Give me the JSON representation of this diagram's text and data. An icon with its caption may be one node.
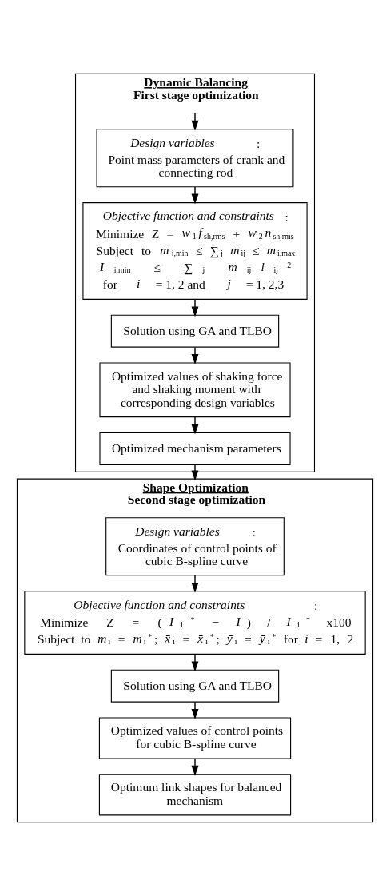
{
  "diagram": {
    "nodes": [
      {
        "text": [
          "Dynamic Balancing",
          "First stage optimization"
        ]
      },
      {
        "text": [
          "*Design variables*:",
          "Point mass parameters of crank and connecting rod"
        ],
        "in": 0
      },
      {
        "text": [
          "*Objective function and constraints*:",
          "Minimize Z = *w*$_{1}$*f*$_{sh,rms}$ + *w*$_{2}$*n*$_{sh,rms}$",
          "Subject to *m*$_{i,min}$ ≤ ∑$_{j}$ *m*$_{ij}$ ≤ *m*$_{i,max}$",
          "*I*$_{i,min}$ ≤ ∑$_{j}$ *m*$_{ij}$*l*$_{ij}$$^{2}$",
          "for *i* = 1, 2 and *j* = 1, 2,3"
        ],
        "in": 0
      },
      {
        "text": [
          "Solution using GA and TLBO"
        ],
        "in": 0
      },
      {
        "text": [
          "Optimized values of shaking force and shaking moment with corresponding design variables"
        ],
        "in": 0
      },
      {
        "text": [
          "Optimized mechanism parameters"
        ],
        "in": 0
      },
      {
        "text": [
          "Shape Optimization",
          "Second stage optimization"
        ]
      },
      {
        "text": [
          "*Design variables*:",
          "Coordinates of control points of cubic B-spline curve"
        ],
        "in": 6
      },
      {
        "text": [
          "*Objective function and constraints*:",
          "Minimize Z = (*I*$_{i}$$^{*}$ − *I*) / *I*$_{i}$$^{*}$ x100",
          "Subject to *m*$_{i}$ = *m*$_{i}$$^{*}$; *x̄*$_{i}$ = *x̄*$_{i}$$^{*}$; *ȳ*$_{i}$ = *ȳ*$_{i}$$^{*}$ for *i* = 1, 2"
        ],
        "in": 6
      },
      {
        "text": [
          "Solution using GA and TLBO"
        ],
        "in": 6
      },
      {
        "text": [
          "Optimized values of control points for cubic B-spline curve"
        ],
        "in": 6
      },
      {
        "text": [
          "Optimum link shapes for balanced mechanism"
        ],
        "in": 6
      }
    ],
    "edges": [
      {
        "from": null,
        "to": 1,
        "arrow": "to"
      },
      {
        "from": 1,
        "to": 2,
        "arrow": "to"
      },
      {
        "from": 2,
        "to": 3,
        "arrow": "to"
      },
      {
        "from": 3,
        "to": 4,
        "arrow": "to"
      },
      {
        "from": 4,
        "to": 5,
        "arrow": "to"
      },
      {
        "from": 5,
        "to": 6,
        "arrow": "to"
      },
      {
        "from": 7,
        "to": 8,
        "arrow": "to"
      },
      {
        "from": 8,
        "to": 9,
        "arrow": "to"
      },
      {
        "from": 9,
        "to": 10,
        "arrow": "to"
      },
      {
        "from": 10,
        "to": 11,
        "arrow": "to"
      }
    ]
  }
}
